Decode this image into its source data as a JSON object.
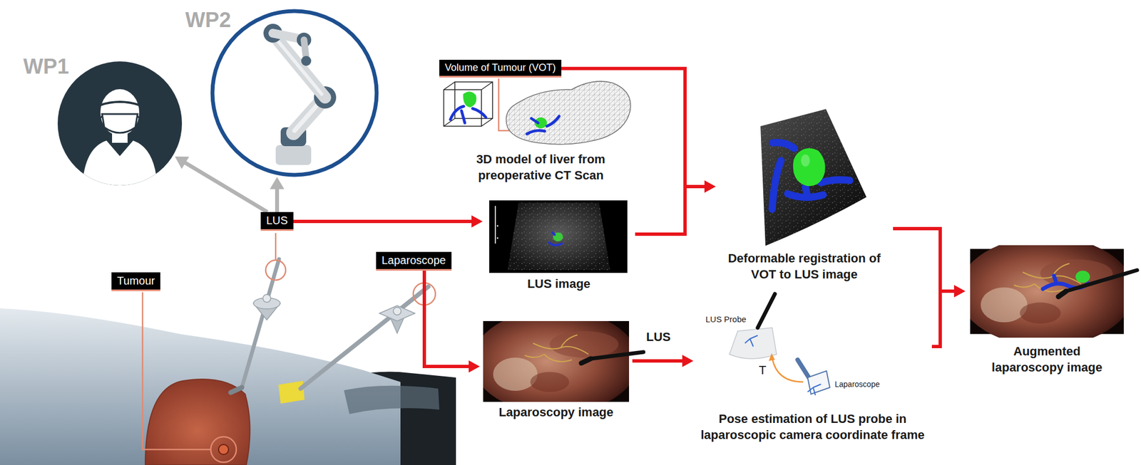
{
  "diagram": {
    "nodes": [
      {
        "text": [
          "WP1"
        ]
      },
      {
        "text": [
          "WP2"
        ]
      },
      {
        "text": [
          "Volume of Tumour (VOT)"
        ]
      },
      {
        "text": [
          "3D model of liver from preoperative CT Scan"
        ]
      },
      {
        "text": [
          "LUS"
        ]
      },
      {
        "text": [
          "LUS image"
        ]
      },
      {
        "text": [
          "Deformable registration of VOT to LUS image"
        ]
      },
      {
        "text": [
          "Laparoscope"
        ]
      },
      {
        "text": [
          "Tumour"
        ]
      },
      {
        "text": [
          "Laparoscopy image"
        ]
      },
      {
        "text": [
          "Pose estimation of LUS probe in laparoscopic camera coordinate frame"
        ]
      },
      {
        "text": [
          "Augmented laparoscopy image"
        ]
      }
    ],
    "edges": [
      {
        "from": 4,
        "to": 0,
        "arrow": "to"
      },
      {
        "from": 4,
        "to": 1,
        "arrow": "to"
      },
      {
        "from": 4,
        "to": 5,
        "arrow": "to"
      },
      {
        "from": 2,
        "to": 6,
        "arrow": "to"
      },
      {
        "from": 5,
        "to": 6,
        "arrow": "to"
      },
      {
        "from": 7,
        "to": 9,
        "arrow": "to"
      },
      {
        "from": 9,
        "to": 10,
        "arrow": "to"
      },
      {
        "from": 6,
        "to": 11,
        "arrow": "to"
      },
      {
        "from": 10,
        "to": 11,
        "arrow": "to"
      }
    ],
    "labels": [
      "LUS Probe",
      "LUS",
      "T",
      "Laparoscope"
    ]
  }
}
